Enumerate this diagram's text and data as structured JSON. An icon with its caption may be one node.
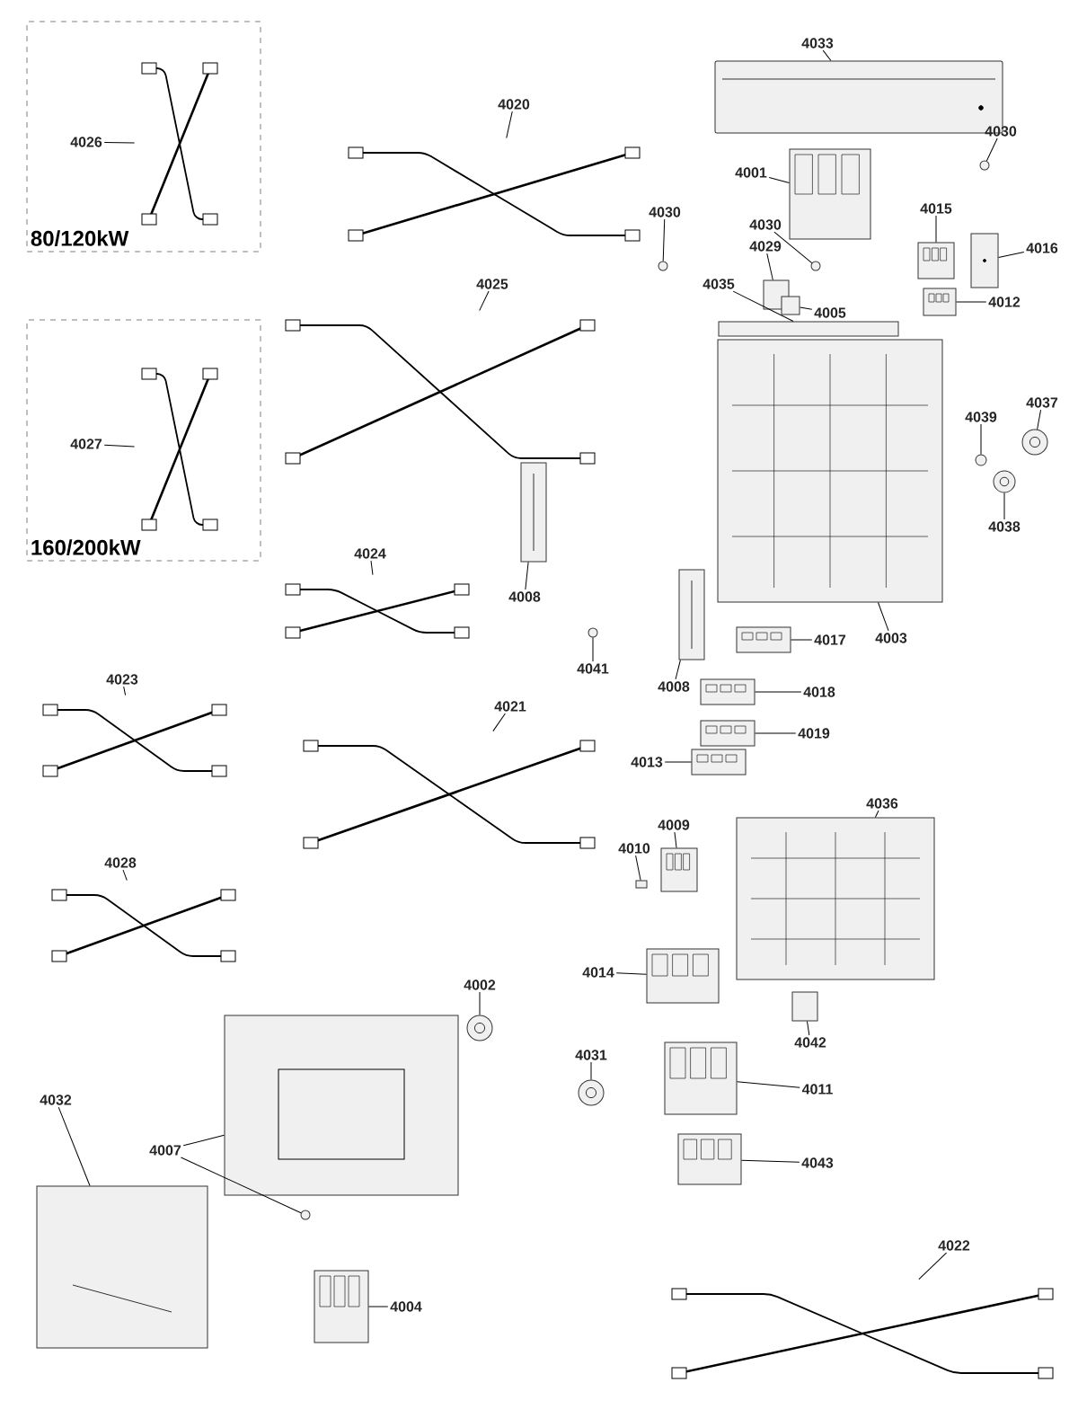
{
  "diagram": {
    "nodes": [
      {
        "text": [
          "80/120kW"
        ]
      },
      {
        "text": [
          "4026"
        ],
        "in": 0
      },
      {
        "text": [],
        "shape": "picture",
        "in": 0
      },
      {
        "text": [
          "160/200kW"
        ]
      },
      {
        "text": [
          "4027"
        ],
        "in": 3
      },
      {
        "text": [],
        "shape": "picture",
        "in": 3
      },
      {
        "text": [
          "4033"
        ]
      },
      {
        "text": [],
        "shape": "picture"
      },
      {
        "text": [
          "4020"
        ]
      },
      {
        "text": [],
        "shape": "picture"
      },
      {
        "text": [
          "4030"
        ]
      },
      {
        "text": [],
        "shape": "circle"
      },
      {
        "text": [
          "4001"
        ]
      },
      {
        "text": [],
        "shape": "picture"
      },
      {
        "text": [
          "4030"
        ]
      },
      {
        "text": [],
        "shape": "circle"
      },
      {
        "text": [
          "4015"
        ]
      },
      {
        "text": [],
        "shape": "picture"
      },
      {
        "text": [
          "4030"
        ]
      },
      {
        "text": [],
        "shape": "circle"
      },
      {
        "text": [
          "4029"
        ]
      },
      {
        "text": [],
        "shape": "box"
      },
      {
        "text": [
          "4016"
        ]
      },
      {
        "text": [],
        "shape": "picture"
      },
      {
        "text": [
          "4025"
        ]
      },
      {
        "text": [],
        "shape": "picture"
      },
      {
        "text": [
          "4035"
        ]
      },
      {
        "text": [],
        "shape": "box"
      },
      {
        "text": [
          "4012"
        ]
      },
      {
        "text": [],
        "shape": "picture"
      },
      {
        "text": [
          "4005"
        ]
      },
      {
        "text": [],
        "shape": "box"
      },
      {
        "text": [
          "4037"
        ]
      },
      {
        "text": [],
        "shape": "picture"
      },
      {
        "text": [
          "4039"
        ]
      },
      {
        "text": [],
        "shape": "circle"
      },
      {
        "text": [
          "4038"
        ]
      },
      {
        "text": [],
        "shape": "picture"
      },
      {
        "text": [
          "4024"
        ]
      },
      {
        "text": [],
        "shape": "picture"
      },
      {
        "text": [
          "4008"
        ]
      },
      {
        "text": [],
        "shape": "picture"
      },
      {
        "text": [
          "4003"
        ]
      },
      {
        "text": [],
        "shape": "picture"
      },
      {
        "text": [
          "4017"
        ]
      },
      {
        "text": [],
        "shape": "picture"
      },
      {
        "text": [
          "4041"
        ]
      },
      {
        "text": [],
        "shape": "circle"
      },
      {
        "text": [
          "4023"
        ]
      },
      {
        "text": [],
        "shape": "picture"
      },
      {
        "text": [
          "4008"
        ]
      },
      {
        "text": [],
        "shape": "picture"
      },
      {
        "text": [
          "4018"
        ]
      },
      {
        "text": [],
        "shape": "picture"
      },
      {
        "text": [
          "4021"
        ]
      },
      {
        "text": [],
        "shape": "picture"
      },
      {
        "text": [
          "4019"
        ]
      },
      {
        "text": [],
        "shape": "picture"
      },
      {
        "text": [
          "4013"
        ]
      },
      {
        "text": [],
        "shape": "picture"
      },
      {
        "text": [
          "4036"
        ]
      },
      {
        "text": [],
        "shape": "picture"
      },
      {
        "text": [
          "4009"
        ]
      },
      {
        "text": [],
        "shape": "picture"
      },
      {
        "text": [
          "4010"
        ]
      },
      {
        "text": [],
        "shape": "box"
      },
      {
        "text": [
          "4028"
        ]
      },
      {
        "text": [],
        "shape": "picture"
      },
      {
        "text": [
          "4014"
        ]
      },
      {
        "text": [],
        "shape": "picture"
      },
      {
        "text": [
          "4002"
        ]
      },
      {
        "text": [],
        "shape": "picture"
      },
      {
        "text": [
          "4042"
        ]
      },
      {
        "text": [],
        "shape": "box"
      },
      {
        "text": [
          "4031"
        ]
      },
      {
        "text": [],
        "shape": "picture"
      },
      {
        "text": [
          "4011"
        ]
      },
      {
        "text": [],
        "shape": "picture"
      },
      {
        "text": [
          "4032"
        ]
      },
      {
        "text": [],
        "shape": "picture"
      },
      {
        "text": [
          "4007"
        ]
      },
      {
        "text": [],
        "shape": "picture"
      },
      {
        "text": [],
        "shape": "circle"
      },
      {
        "text": [
          "4043"
        ]
      },
      {
        "text": [],
        "shape": "picture"
      },
      {
        "text": [
          "4022"
        ]
      },
      {
        "text": [],
        "shape": "picture"
      },
      {
        "text": [
          "4004"
        ]
      },
      {
        "text": [],
        "shape": "picture"
      }
    ],
    "edges": [
      {
        "from": 1,
        "to": 2,
        "arrow": "none"
      },
      {
        "from": 4,
        "to": 5,
        "arrow": "none"
      },
      {
        "from": 6,
        "to": 7,
        "arrow": "none"
      },
      {
        "from": 8,
        "to": 9,
        "arrow": "none"
      },
      {
        "from": 10,
        "to": 11,
        "arrow": "none"
      },
      {
        "from": 12,
        "to": 13,
        "arrow": "none"
      },
      {
        "from": 14,
        "to": 15,
        "arrow": "none"
      },
      {
        "from": 16,
        "to": 17,
        "arrow": "none"
      },
      {
        "from": 18,
        "to": 19,
        "arrow": "none"
      },
      {
        "from": 20,
        "to": 21,
        "arrow": "none"
      },
      {
        "from": 22,
        "to": 23,
        "arrow": "none"
      },
      {
        "from": 24,
        "to": 25,
        "arrow": "none"
      },
      {
        "from": 26,
        "to": 27,
        "arrow": "none"
      },
      {
        "from": 28,
        "to": 29,
        "arrow": "none"
      },
      {
        "from": 30,
        "to": 31,
        "arrow": "none"
      },
      {
        "from": 32,
        "to": 33,
        "arrow": "none"
      },
      {
        "from": 34,
        "to": 35,
        "arrow": "none"
      },
      {
        "from": 36,
        "to": 37,
        "arrow": "none"
      },
      {
        "from": 38,
        "to": 39,
        "arrow": "none"
      },
      {
        "from": 40,
        "to": 41,
        "arrow": "none"
      },
      {
        "from": 42,
        "to": 43,
        "arrow": "none"
      },
      {
        "from": 44,
        "to": 45,
        "arrow": "none"
      },
      {
        "from": 46,
        "to": 47,
        "arrow": "none"
      },
      {
        "from": 48,
        "to": 49,
        "arrow": "none"
      },
      {
        "from": 50,
        "to": 51,
        "arrow": "none"
      },
      {
        "from": 52,
        "to": 53,
        "arrow": "none"
      },
      {
        "from": 54,
        "to": 55,
        "arrow": "none"
      },
      {
        "from": 56,
        "to": 57,
        "arrow": "none"
      },
      {
        "from": 58,
        "to": 59,
        "arrow": "none"
      },
      {
        "from": 60,
        "to": 61,
        "arrow": "none"
      },
      {
        "from": 62,
        "to": 63,
        "arrow": "none"
      },
      {
        "from": 64,
        "to": 65,
        "arrow": "none"
      },
      {
        "from": 66,
        "to": 67,
        "arrow": "none"
      },
      {
        "from": 68,
        "to": 69,
        "arrow": "none"
      },
      {
        "from": 70,
        "to": 71,
        "arrow": "none"
      },
      {
        "from": 72,
        "to": 73,
        "arrow": "none"
      },
      {
        "from": 74,
        "to": 75,
        "arrow": "none"
      },
      {
        "from": 76,
        "to": 77,
        "arrow": "none"
      },
      {
        "from": 78,
        "to": 79,
        "arrow": "none"
      },
      {
        "from": 80,
        "to": 81,
        "arrow": "none"
      },
      {
        "from": 80,
        "to": 82,
        "arrow": "none"
      },
      {
        "from": 83,
        "to": 84,
        "arrow": "none"
      },
      {
        "from": 85,
        "to": 86,
        "arrow": "none"
      },
      {
        "from": 87,
        "to": 88,
        "arrow": "none"
      }
    ]
  }
}
